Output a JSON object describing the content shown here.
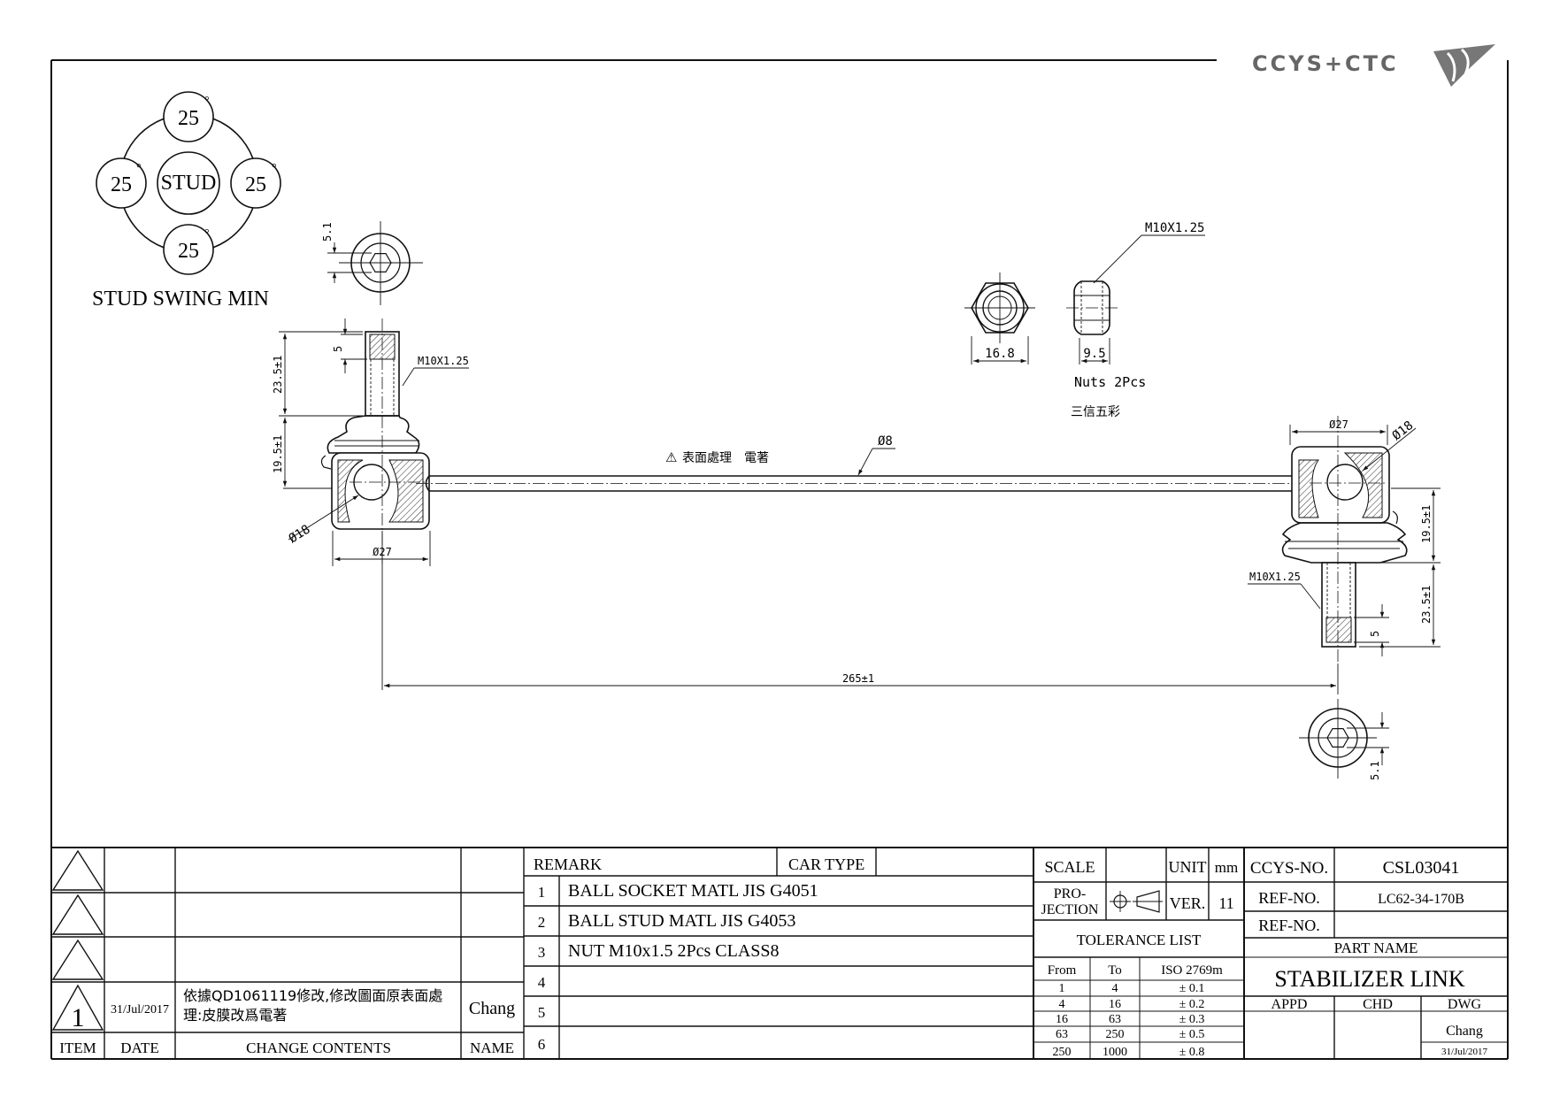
{
  "logo": {
    "text": "CCYS+CTC"
  },
  "swing": {
    "title": "STUD SWING MIN",
    "center": "STUD",
    "angles": [
      "25",
      "25",
      "25",
      "25"
    ],
    "degree_mark": "°"
  },
  "dims": {
    "hex_width_left": "5.1",
    "hex_width_right": "5.1",
    "thread_len_left": "5",
    "thread_len_right": "5",
    "stud_len_left": "23.5±1",
    "stud_len_right": "23.5±1",
    "body_h_left": "19.5±1",
    "body_h_right": "19.5±1",
    "thread_left": "M10X1.25",
    "thread_right": "M10X1.25",
    "thread_nut": "M10X1.25",
    "ball_dia_left": "Ø18",
    "ball_dia_right": "Ø18",
    "housing_dia_left": "Ø27",
    "housing_dia_right": "Ø27",
    "rod_dia": "Ø8",
    "center_dist": "265±1",
    "nut_across": "16.8",
    "nut_thickness": "9.5"
  },
  "notes": {
    "surface": "表面處理　電著",
    "warning_symbol": "⚠",
    "nuts": "Nuts 2Pcs",
    "nuts_maker": "三信五彩"
  },
  "revisions": {
    "headers": {
      "item": "ITEM",
      "date": "DATE",
      "change": "CHANGE CONTENTS",
      "name": "NAME"
    },
    "row1": {
      "item": "1",
      "date": "31/Jul/2017",
      "change_line1": "依據QD1061119修改,修改圖面原表面處",
      "change_line2": "理:皮膜改爲電著",
      "name": "Chang"
    }
  },
  "remark": {
    "header": "REMARK",
    "car_type": "CAR TYPE",
    "items": [
      {
        "no": "1",
        "text": "BALL SOCKET MATL JIS G4051"
      },
      {
        "no": "2",
        "text": "BALL STUD MATL JIS G4053"
      },
      {
        "no": "3",
        "text": "NUT M10x1.5 2Pcs CLASS8"
      },
      {
        "no": "4",
        "text": ""
      },
      {
        "no": "5",
        "text": ""
      },
      {
        "no": "6",
        "text": ""
      }
    ]
  },
  "spec": {
    "scale_label": "SCALE",
    "unit_label": "UNIT",
    "unit_value": "mm",
    "projection_label_1": "PRO-",
    "projection_label_2": "JECTION",
    "ver_label": "VER.",
    "ver_value": "11",
    "tolerance_title": "TOLERANCE LIST",
    "tol_headers": [
      "From",
      "To",
      "ISO 2769m"
    ],
    "tol_rows": [
      [
        "1",
        "4",
        "± 0.1"
      ],
      [
        "4",
        "16",
        "± 0.2"
      ],
      [
        "16",
        "63",
        "± 0.3"
      ],
      [
        "63",
        "250",
        "± 0.5"
      ],
      [
        "250",
        "1000",
        "± 0.8"
      ]
    ]
  },
  "titleblock": {
    "ccys_label": "CCYS-NO.",
    "ccys_value": "CSL03041",
    "ref1_label": "REF-NO.",
    "ref1_value": "LC62-34-170B",
    "ref2_label": "REF-NO.",
    "ref2_value": "",
    "part_name_label": "PART NAME",
    "part_name": "STABILIZER LINK",
    "appd": "APPD",
    "chd": "CHD",
    "dwg": "DWG",
    "drawn_by": "Chang",
    "drawn_date": "31/Jul/2017"
  }
}
